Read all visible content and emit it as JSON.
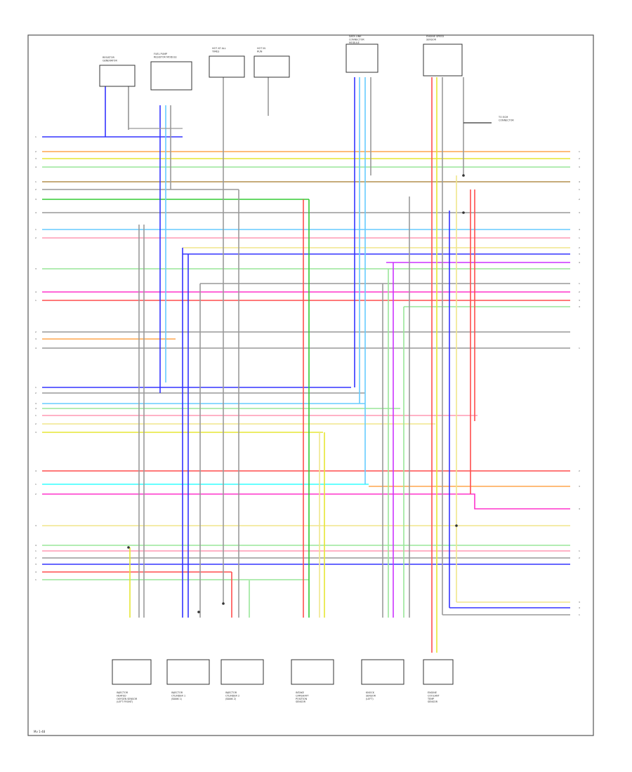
{
  "diagram": {
    "page_code": "Mv 1-48",
    "colors": {
      "frame": "#555555",
      "red": "#ff4d4d",
      "orange": "#ffa64d",
      "yellow": "#e6e633",
      "lightyellow": "#f0e68c",
      "green": "#33cc33",
      "lightgreen": "#99e699",
      "blue": "#3333ff",
      "lightblue": "#66ccff",
      "cyan": "#33ffff",
      "magenta": "#ff33cc",
      "violet": "#cc33ff",
      "pink": "#ff99b3",
      "brown": "#b38f4d",
      "gray": "#999999",
      "black": "#333333"
    },
    "top_components": [
      {
        "id": "c1",
        "title": "RESISTOR\nGENERATOR"
      },
      {
        "id": "c2",
        "title": "FUEL PUMP\nRESISTOR MODULE"
      },
      {
        "id": "c3",
        "title": "HOT AT ALL\nTIMES"
      },
      {
        "id": "c4",
        "title": "HOT IN\nRUN"
      },
      {
        "id": "c5",
        "title": "DATA LINK\nCONNECTOR\nMODULE"
      },
      {
        "id": "c6",
        "title": "ENGINE SPEED\nSENSOR"
      }
    ],
    "bottom_components": [
      {
        "id": "b1",
        "title": "INJECTOR\nHEATED\nOXYGEN SENSOR\n(LEFT FRONT)"
      },
      {
        "id": "b2",
        "title": "INJECTOR\nCYLINDER 1\n(BANK 1)"
      },
      {
        "id": "b3",
        "title": "INJECTOR\nCYLINDER 2\n(BANK 2)"
      },
      {
        "id": "b4",
        "title": "INTAKE\nCAMSHAFT\nPOSITION\nSENSOR"
      },
      {
        "id": "b5",
        "title": "KNOCK\nSENSOR\n(LEFT)"
      },
      {
        "id": "b6",
        "title": "ENGINE\nCOOLANT\nTEMP\nSENSOR"
      }
    ],
    "side_note": "TO ECM\nCONNECTOR"
  }
}
